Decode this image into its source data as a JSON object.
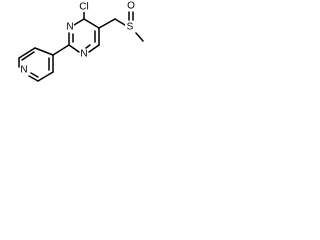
{
  "diagram": {
    "type": "chemical-structure",
    "atoms": {
      "cl": "Cl",
      "n_pyrimidine_1": "N",
      "n_pyrimidine_2": "N",
      "n_pyridine": "N",
      "s": "S",
      "o": "O"
    }
  },
  "colors": {
    "bond": "#000000",
    "label": "#000000",
    "background": "#ffffff"
  }
}
